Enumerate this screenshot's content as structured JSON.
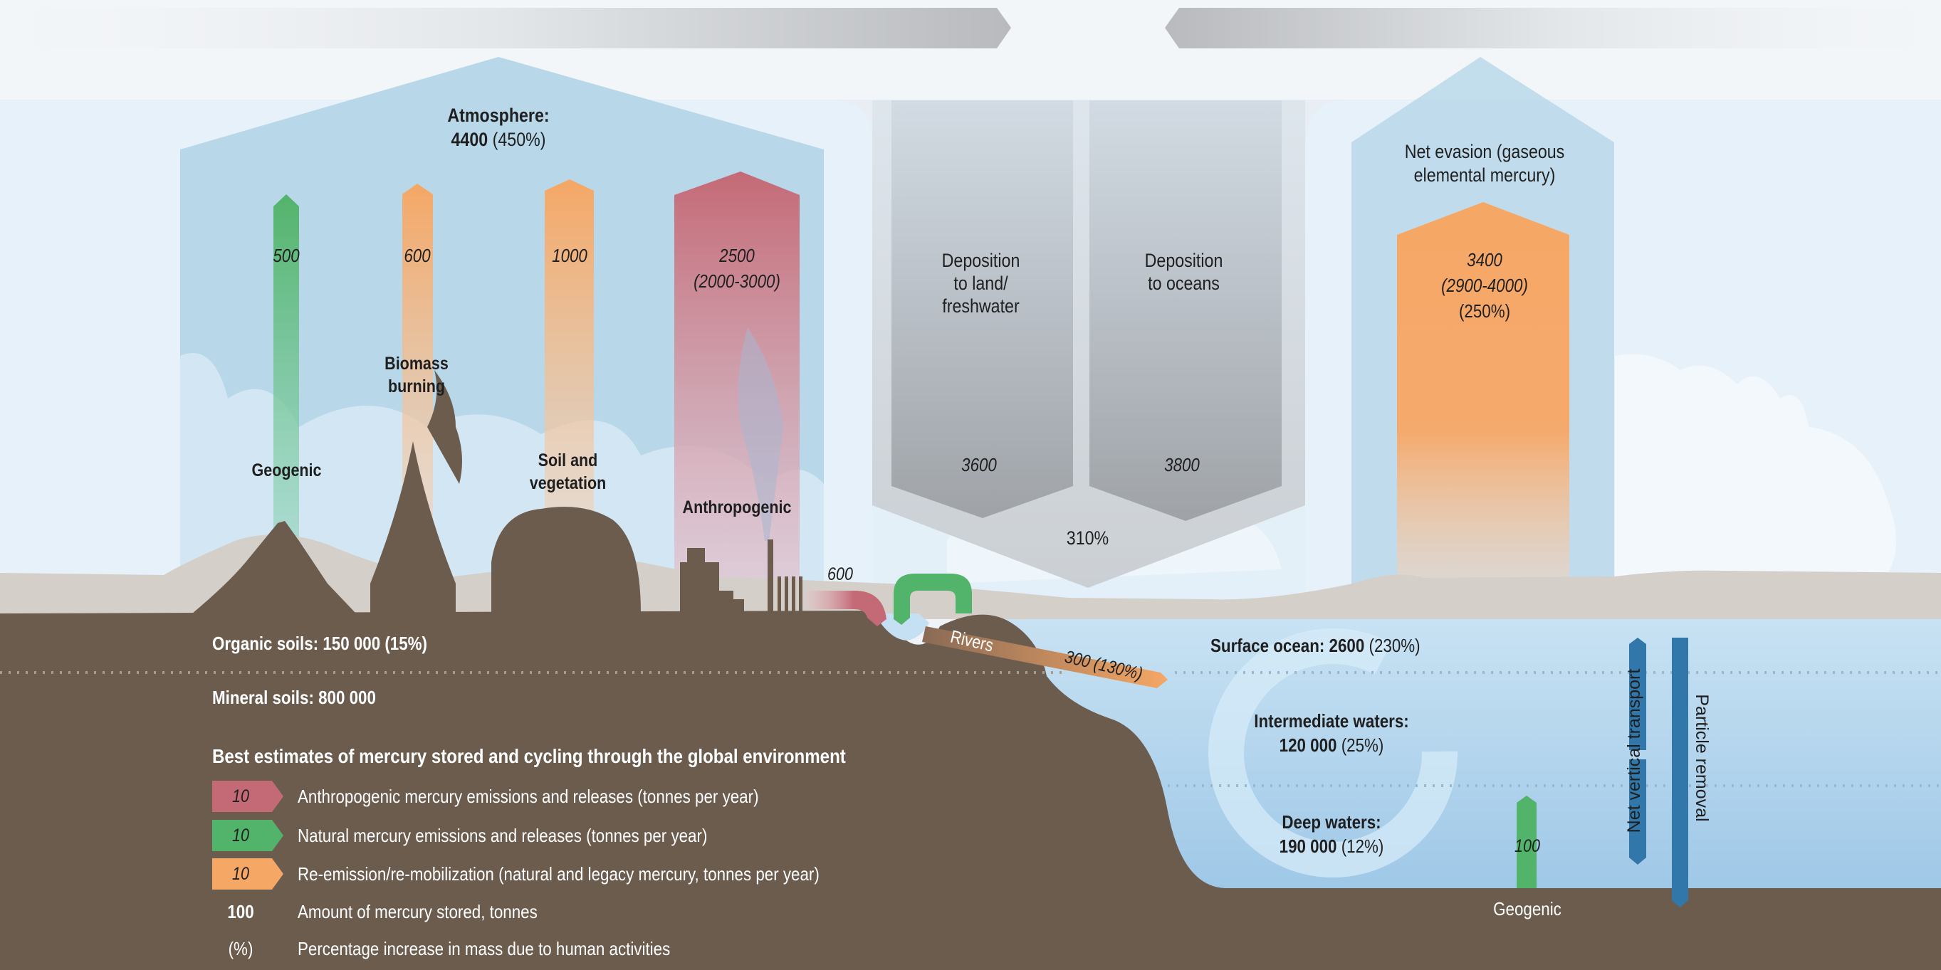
{
  "title": "Best estimates of mercury stored and cycling through the global environment",
  "colors": {
    "anthropogenic": "#c46a76",
    "natural": "#52b36a",
    "reemission": "#f5a765",
    "ground": "#6b5c4e",
    "ocean": "#c5e0f2",
    "atmosphere": "#b8d8ea",
    "deposition": "#a9aeb3",
    "vertical_transport": "#3277aa",
    "hills": "#d4cfc8"
  },
  "atmosphere": {
    "label": "Atmosphere:",
    "value": "4400",
    "pct": "(450%)"
  },
  "emissions": [
    {
      "name": "geogenic",
      "label": "Geogenic",
      "value": "500",
      "type": "natural"
    },
    {
      "name": "biomass-burning",
      "label": "Biomass burning",
      "label_l1": "Biomass",
      "label_l2": "burning",
      "value": "600",
      "type": "reemission"
    },
    {
      "name": "soil-vegetation",
      "label": "Soil and vegetation",
      "label_l1": "Soil and",
      "label_l2": "vegetation",
      "value": "1000",
      "type": "reemission"
    },
    {
      "name": "anthropogenic",
      "label": "Anthropogenic",
      "value": "2500",
      "range": "(2000-3000)",
      "type": "anthropogenic"
    }
  ],
  "deposition": {
    "land": {
      "l1": "Deposition",
      "l2": "to land/",
      "l3": "freshwater",
      "value": "3600"
    },
    "ocean": {
      "l1": "Deposition",
      "l2": "to oceans",
      "value": "3800"
    },
    "pct": "310%"
  },
  "net_evasion": {
    "l1": "Net evasion (gaseous",
    "l2": "elemental mercury)",
    "value": "3400",
    "range": "(2900-4000)",
    "pct": "(250%)"
  },
  "releases": {
    "anthropogenic_to_water": "600",
    "rivers_label": "Rivers",
    "rivers_value": "300 (130%)"
  },
  "soils": {
    "organic": "Organic soils: 150 000 (15%)",
    "mineral": "Mineral soils: 800 000"
  },
  "ocean": {
    "surface_label": "Surface ocean:",
    "surface_value": "2600",
    "surface_pct": "(230%)",
    "intermediate_label": "Intermediate waters:",
    "intermediate_value": "120 000",
    "intermediate_pct": "(25%)",
    "deep_label": "Deep waters:",
    "deep_value": "190 000",
    "deep_pct": "(12%)",
    "geogenic_value": "100",
    "geogenic_label": "Geogenic",
    "net_vertical_transport": "Net vertical transport",
    "particle_removal": "Particle removal"
  },
  "legend": {
    "title": "Best estimates of mercury stored and cycling through the global environment",
    "items": [
      {
        "chip": "10",
        "type": "anthropogenic",
        "text": "Anthropogenic mercury emissions and releases (tonnes per year)"
      },
      {
        "chip": "10",
        "type": "natural",
        "text": "Natural mercury emissions and releases (tonnes per year)"
      },
      {
        "chip": "10",
        "type": "reemission",
        "text": "Re-emission/re-mobilization (natural and legacy mercury, tonnes per year)"
      },
      {
        "key": "100",
        "text": "Amount of mercury stored, tonnes"
      },
      {
        "key": "(%)",
        "text": "Percentage increase in mass due to human activities"
      }
    ]
  }
}
